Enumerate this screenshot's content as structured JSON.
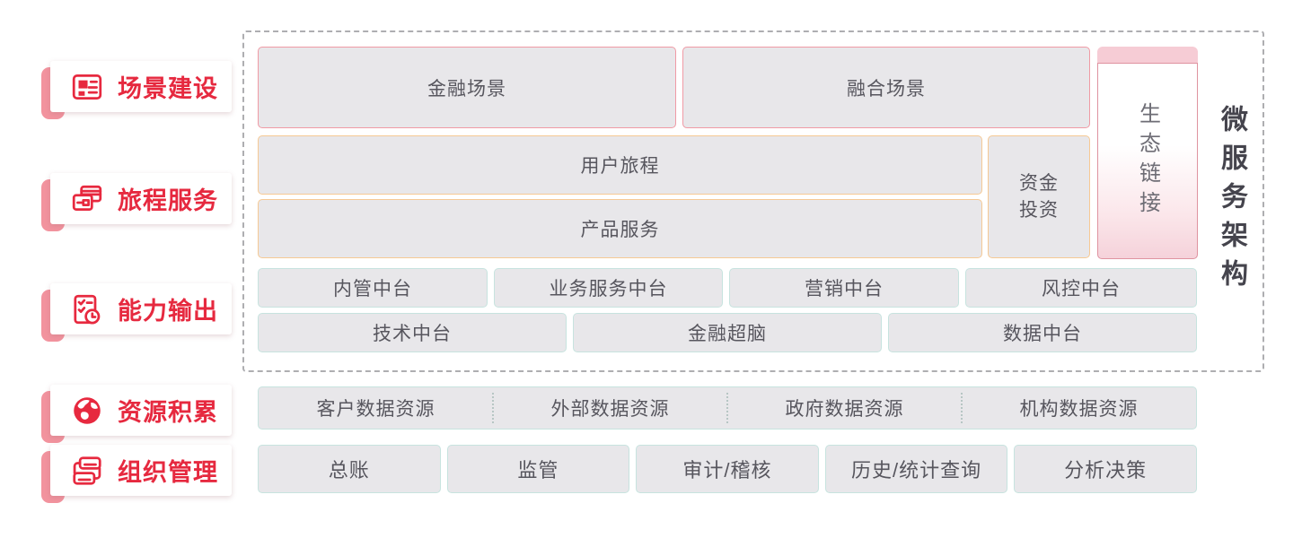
{
  "sidebar": {
    "items": [
      {
        "icon": "grid-dashboard-icon",
        "label": "场景建设"
      },
      {
        "icon": "cards-icon",
        "label": "旅程服务"
      },
      {
        "icon": "checklist-clock-icon",
        "label": "能力输出"
      },
      {
        "icon": "globe-icon",
        "label": "资源积累"
      },
      {
        "icon": "org-structure-icon",
        "label": "组织管理"
      }
    ]
  },
  "architecture": {
    "vertical_title": "微服务架构",
    "eco_link_label": "生态链接",
    "scenario_boxes": [
      "金融场景",
      "融合场景"
    ],
    "journey_box": "用户旅程",
    "product_box": "产品服务",
    "investment_box": "资金投资",
    "platform_row1": [
      "内管中台",
      "业务服务中台",
      "营销中台",
      "风控中台"
    ],
    "platform_row2": [
      "技术中台",
      "金融超脑",
      "数据中台"
    ]
  },
  "data_resources": [
    "客户数据资源",
    "外部数据资源",
    "政府数据资源",
    "机构数据资源"
  ],
  "management_row": [
    "总账",
    "监管",
    "审计/稽核",
    "历史/统计查询",
    "分析决策"
  ],
  "colors": {
    "accent_red": "#e6293f",
    "tab_pink": "#f2939e",
    "pink_border": "#f09aa5",
    "orange_border": "#f6c994",
    "teal_border": "#c7e3df",
    "box_fill": "#e8e7ea",
    "box_text": "#57565e",
    "title_dark": "#45444d",
    "eco_strip_pink": "#f6ccd5"
  }
}
